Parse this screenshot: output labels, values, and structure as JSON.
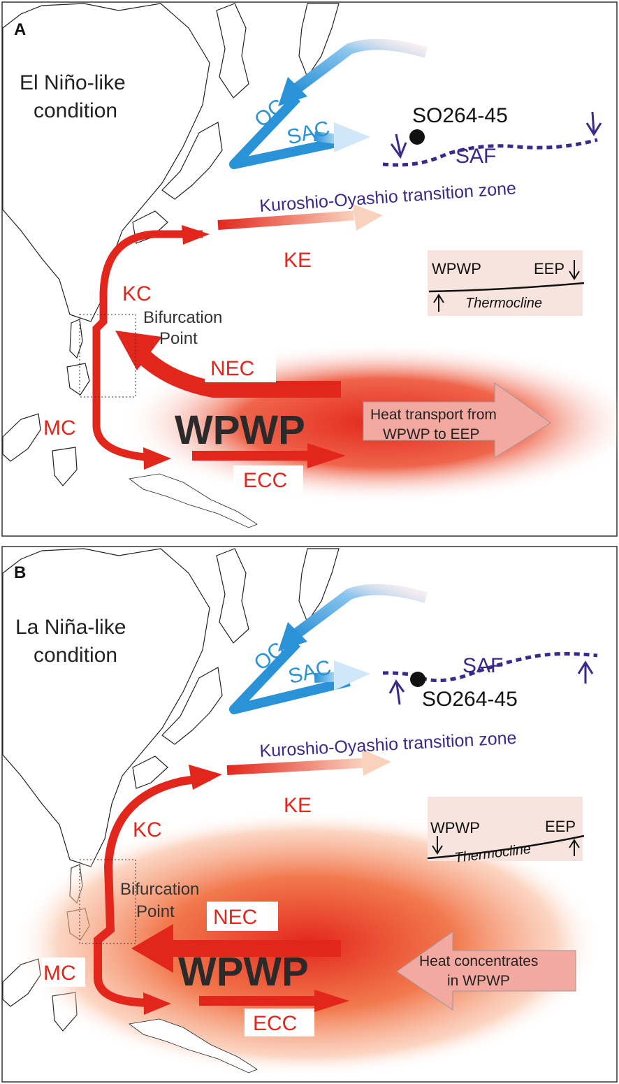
{
  "panel_a": {
    "letter": "A",
    "condition_line1": "El Niño-like",
    "condition_line2": "condition",
    "site": "SO264-45",
    "saf": "SAF",
    "transition_zone": "Kuroshio-Oyashio transition zone",
    "currents": {
      "oc": "OC",
      "sac": "SAC",
      "ke": "KE",
      "kc": "KC",
      "nec": "NEC",
      "mc": "MC",
      "ecc": "ECC"
    },
    "bifurcation_line1": "Bifurcation",
    "bifurcation_line2": "Point",
    "warm_pool": "WPWP",
    "inset": {
      "west": "WPWP",
      "east": "EEP",
      "thermocline": "Thermocline"
    },
    "heat_line1": "Heat transport from",
    "heat_line2": "WPWP to EEP"
  },
  "panel_b": {
    "letter": "B",
    "condition_line1": "La Niña-like",
    "condition_line2": "condition",
    "site": "SO264-45",
    "saf": "SAF",
    "transition_zone": "Kuroshio-Oyashio transition zone",
    "currents": {
      "oc": "OC",
      "sac": "SAC",
      "ke": "KE",
      "kc": "KC",
      "nec": "NEC",
      "mc": "MC",
      "ecc": "ECC"
    },
    "bifurcation_line1": "Bifurcation",
    "bifurcation_line2": "Point",
    "warm_pool": "WPWP",
    "inset": {
      "west": "WPWP",
      "east": "EEP",
      "thermocline": "Thermocline"
    },
    "heat_line1": "Heat concentrates",
    "heat_line2": "in WPWP"
  },
  "colors": {
    "red": "#e3261c",
    "blue": "#2a92d6",
    "purple": "#3b2a8a",
    "inset_bg": "#f8e4de",
    "heat_arrow": "#f4a9a0"
  }
}
